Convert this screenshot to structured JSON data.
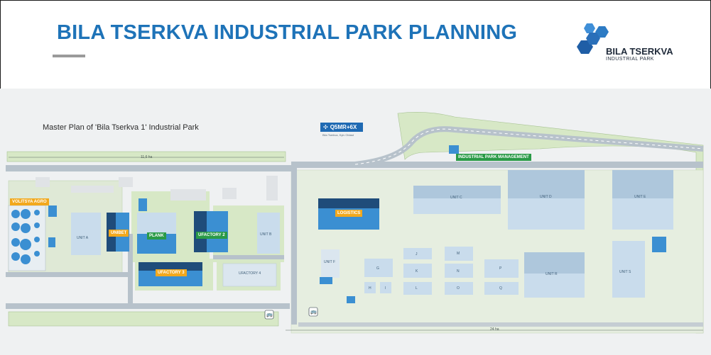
{
  "header": {
    "title": "BILA TSERKVA INDUSTRIAL PARK PLANNING",
    "logo_name": "BILA TSERKVA",
    "logo_sub": "INDUSTRIAL PARK"
  },
  "map": {
    "title": "Master Plan of 'Bila Tserkva 1' Industrial Park",
    "plus_code": "Q5MR+6X",
    "plus_code_sub": "Bila Tserkva, Kyiv Oblast",
    "dimension_top": "11,6 ha",
    "dimension_bottom": "24 ha"
  },
  "labels": {
    "volitsya": "VOLITSYA AGRO",
    "unibet": "UNIBET",
    "plank": "PLANK",
    "ufactory2": "UFACTORY 2",
    "ufactory3": "UFACTORY 3",
    "ufactory4": "UFACTORY 4",
    "logistics": "LOGISTICS",
    "management": "INDUSTRIAL PARK MANAGEMENT"
  },
  "units": {
    "a": "UNIT A",
    "b": "UNIT B",
    "c": "UNIT C",
    "d": "UNIT D",
    "e": "UNIT E",
    "f": "UNIT F",
    "r": "UNIT R",
    "s": "UNIT S",
    "g": "G",
    "h": "H",
    "i": "I",
    "j": "J",
    "k": "K",
    "l": "L",
    "m": "M",
    "n": "N",
    "o": "O",
    "p": "P",
    "q": "Q"
  },
  "colors": {
    "brand_blue": "#1e73b8",
    "road": "#b7c2cb",
    "green": "#d7e8c6",
    "building_light": "#c9dcec",
    "building_blue": "#3b8fd2",
    "orange_tag": "#f2a81d",
    "green_tag": "#2a9a47"
  },
  "icons": {
    "logo": "hexagon-cluster-logo",
    "plus_code": "plus-code-icon",
    "bus_stop": "bus-icon"
  }
}
